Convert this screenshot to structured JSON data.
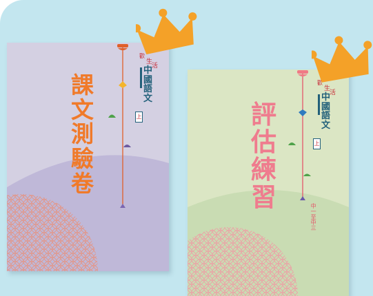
{
  "colors": {
    "panel": "#c3e6ef",
    "book1_bg": "#d4d0e2",
    "book1_arc": "#bfb8d8",
    "book1_title": "#f07a2a",
    "book2_bg": "#dbe6c4",
    "book2_arc": "#c9dcb3",
    "book2_title": "#ef7c8e",
    "crown": "#f4a128",
    "series_teal": "#22607a",
    "series_red": "#c8323c"
  },
  "books": [
    {
      "title_chars": [
        "課",
        "文",
        "測",
        "驗",
        "卷"
      ],
      "series": {
        "top_a": "歡",
        "top_b": "生",
        "top_c": "活",
        "chars": [
          "中",
          "國",
          "語",
          "文"
        ],
        "badge": "上"
      }
    },
    {
      "title_chars": [
        "評",
        "估",
        "練",
        "習"
      ],
      "series": {
        "top_a": "歡",
        "top_b": "生",
        "top_c": "活",
        "chars": [
          "中",
          "國",
          "語",
          "文"
        ],
        "badge": "上"
      },
      "grade_label": "中一至中三"
    }
  ],
  "icons": [
    "crown-icon",
    "pendant-ornament-icon",
    "lattice-pattern"
  ]
}
